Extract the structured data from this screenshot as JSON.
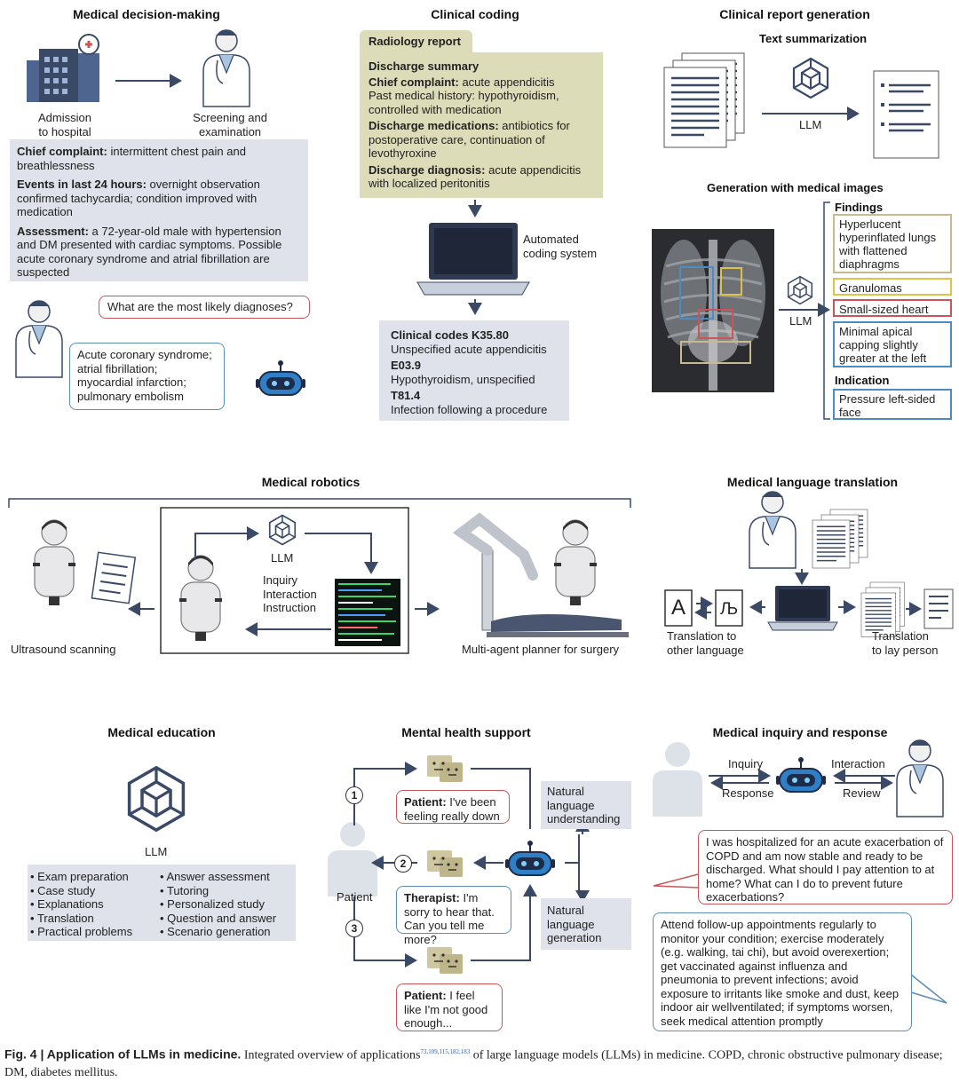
{
  "decision": {
    "title": "Medical decision-making",
    "admission": "Admission\nto hospital",
    "screening": "Screening and\nexamination",
    "chief_label": "Chief complaint:",
    "chief": " intermittent chest pain and breathlessness",
    "events_label": "Events in last 24 hours:",
    "events": " overnight observation confirmed tachycardia; condition improved with medication",
    "assess_label": "Assessment:",
    "assess": " a 72-year-old male with hypertension and DM presented with cardiac symptoms. Possible acute coronary syndrome and atrial fibrillation are suspected",
    "question": "What are the most likely diagnoses?",
    "answer": "Acute coronary syndrome;\natrial fibrillation;\nmyocardial infarction;\npulmonary embolism"
  },
  "coding": {
    "title": "Clinical coding",
    "tab": "Radiology report",
    "summary": "Discharge summary",
    "chief_label": "Chief complaint:",
    "chief": " acute appendicitis",
    "history": "Past medical history: hypothyroidism, controlled with medication",
    "meds_label": "Discharge medications:",
    "meds": " antibiotics for postoperative care, continuation of levothyroxine",
    "diag_label": "Discharge diagnosis:",
    "diag": " acute appendicitis with localized peritonitis",
    "system": "Automated\ncoding system",
    "codes_label": "Clinical codes K35.80",
    "code1_desc": "Unspecified acute appendicitis",
    "code2": "E03.9",
    "code2_desc": "Hypothyroidism, unspecified",
    "code3": "T81.4",
    "code3_desc": "Infection following a procedure"
  },
  "report": {
    "title": "Clinical report generation",
    "summarization": "Text summarization",
    "llm": "LLM",
    "images_title": "Generation with medical images",
    "findings": "Findings",
    "f1": "Hyperlucent hyperinflated lungs with flattened diaphragms",
    "f2": "Granulomas",
    "f3": "Small-sized heart",
    "f4": "Minimal apical capping slightly greater at the left",
    "indication": "Indication",
    "ind1": "Pressure left-sided face",
    "colors": {
      "khaki": "#c9b98e",
      "yellow": "#e0c24a",
      "red": "#c9555a",
      "blue": "#4a8cc4"
    }
  },
  "robotics": {
    "title": "Medical robotics",
    "llm": "LLM",
    "actions": "Inquiry\nInteraction\nInstruction",
    "ultrasound": "Ultrasound scanning",
    "planner": "Multi-agent planner for surgery"
  },
  "translation": {
    "title": "Medical language translation",
    "glyph_a": "A",
    "glyph_b": "Љ",
    "other": "Translation to\nother language",
    "lay": "Translation\nto lay person"
  },
  "education": {
    "title": "Medical education",
    "llm": "LLM",
    "col1": [
      "Exam preparation",
      "Case study",
      "Explanations",
      "Translation",
      "Practical problems"
    ],
    "col2": [
      "Answer assessment",
      "Tutoring",
      "Personalized study",
      "Question and answer",
      "Scenario generation"
    ]
  },
  "mental": {
    "title": "Mental health support",
    "patient_label": "Patient:",
    "patient1": " I've been feeling really down",
    "therapist_label": "Therapist:",
    "therapist": " I'm sorry to hear that. Can you tell me more?",
    "patient3": " I feel like I'm not good enough...",
    "patient": "Patient",
    "nlu": "Natural\nlanguage\nunderstanding",
    "nlg": "Natural\nlanguage\ngeneration",
    "steps": [
      "1",
      "2",
      "3"
    ]
  },
  "inquiry": {
    "title": "Medical inquiry and response",
    "inquiry": "Inquiry",
    "interaction": "Interaction",
    "response": "Response",
    "review": "Review",
    "question": "I was hospitalized for an acute exacerbation of COPD and am now stable and ready to be discharged. What should I pay attention to at home? What can I do to prevent future exacerbations?",
    "answer": "Attend follow-up appointments regularly to monitor your condition; exercise moderately (e.g. walking, tai chi), but avoid overexertion; get vaccinated against influenza and pneumonia to prevent infections; avoid exposure to irritants like smoke and dust, keep indoor air wellventilated; if symptoms worsen, seek medical attention promptly"
  },
  "caption": {
    "label": "Fig. 4 | Application of LLMs in medicine.",
    "text1": " Integrated overview of applications",
    "refs": "73,109,115,182,183",
    "text2": " of large language models (LLMs) in medicine. COPD, chronic obstructive pulmonary disease; DM, diabetes mellitus."
  }
}
